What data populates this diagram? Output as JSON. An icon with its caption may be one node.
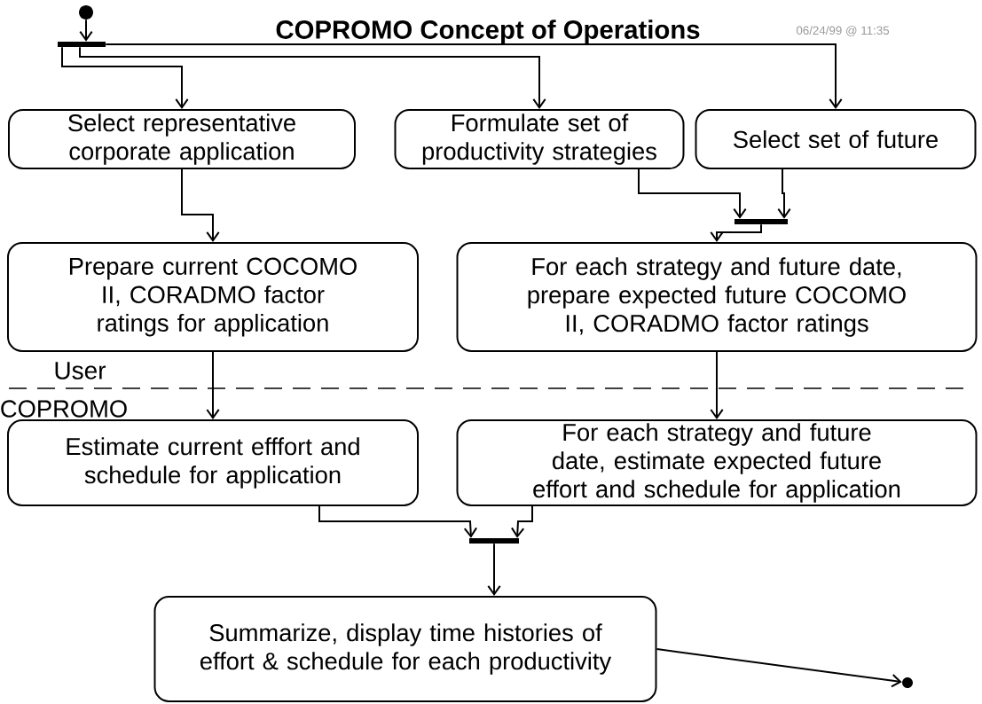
{
  "diagram": {
    "title": "COPROMO Concept of Operations",
    "nodes": [
      {
        "text": [],
        "shape": "circle"
      },
      {
        "text": [],
        "shape": "bar"
      },
      {
        "text": [
          "Select representative corporate application"
        ]
      },
      {
        "text": [
          "Formulate set of productivity strategies"
        ]
      },
      {
        "text": [
          "Select set of future"
        ]
      },
      {
        "text": [],
        "shape": "bar"
      },
      {
        "text": [
          "Prepare current COCOMO II, CORADMO factor ratings for application"
        ]
      },
      {
        "text": [
          "For each strategy and future date, prepare expected future COCOMO II, CORADMO factor ratings"
        ]
      },
      {
        "text": [
          "Estimate current efffort and schedule for application"
        ]
      },
      {
        "text": [
          "For each strategy and future date, estimate expected future effort and schedule for application"
        ]
      },
      {
        "text": [],
        "shape": "bar"
      },
      {
        "text": [
          "Summarize, display time histories of effort & schedule for each productivity"
        ]
      },
      {
        "text": [],
        "shape": "circle"
      }
    ],
    "edges": [
      {
        "from": 0,
        "to": 1,
        "arrow": "to"
      },
      {
        "from": 1,
        "to": 2,
        "arrow": "to"
      },
      {
        "from": 1,
        "to": 3,
        "arrow": "to"
      },
      {
        "from": 1,
        "to": 4,
        "arrow": "to"
      },
      {
        "from": 3,
        "to": 5,
        "arrow": "to"
      },
      {
        "from": 4,
        "to": 5,
        "arrow": "to"
      },
      {
        "from": 5,
        "to": 7,
        "arrow": "to"
      },
      {
        "from": 2,
        "to": 6,
        "arrow": "to"
      },
      {
        "from": 6,
        "to": 8,
        "arrow": "to"
      },
      {
        "from": 7,
        "to": 9,
        "arrow": "to"
      },
      {
        "from": 8,
        "to": 10,
        "arrow": "to"
      },
      {
        "from": 9,
        "to": 10,
        "arrow": "to"
      },
      {
        "from": 10,
        "to": 11,
        "arrow": "to"
      },
      {
        "from": 11,
        "to": 12,
        "arrow": "to"
      }
    ],
    "labels": [
      "06/24/99 @ 11:35",
      "User",
      "COPROMO"
    ]
  }
}
